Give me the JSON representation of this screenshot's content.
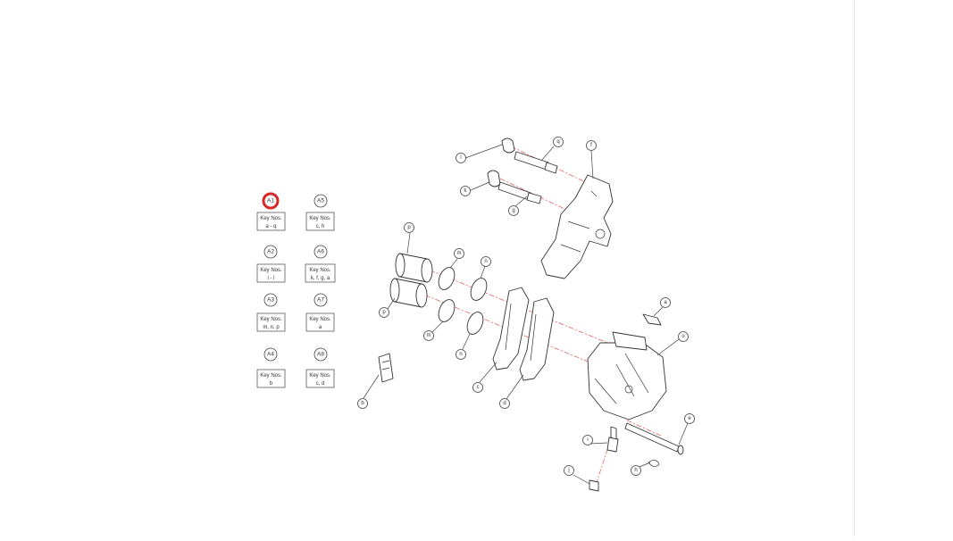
{
  "kits": [
    {
      "id": "A1",
      "box_line1": "Key Nos.",
      "box_line2": "a - q",
      "active": true
    },
    {
      "id": "A5",
      "box_line1": "Key Nos.",
      "box_line2": "c, h",
      "active": false
    },
    {
      "id": "A2",
      "box_line1": "Key Nos.",
      "box_line2": "i - l",
      "active": false
    },
    {
      "id": "A6",
      "box_line1": "Key Nos.",
      "box_line2": "k, f, g, a",
      "active": false
    },
    {
      "id": "A3",
      "box_line1": "Key Nos.",
      "box_line2": "m, n, p",
      "active": false
    },
    {
      "id": "A7",
      "box_line1": "Key Nos.",
      "box_line2": "a",
      "active": false
    },
    {
      "id": "A4",
      "box_line1": "Key Nos.",
      "box_line2": "b",
      "active": false
    },
    {
      "id": "A8",
      "box_line1": "Key Nos.",
      "box_line2": "c, d",
      "active": false
    }
  ],
  "callouts": {
    "q": "q",
    "f": "f",
    "l": "l",
    "k": "k",
    "g": "g",
    "p1": "p",
    "m1": "m",
    "n1": "n",
    "p2": "p",
    "m2": "m",
    "n2": "n",
    "a": "a",
    "o": "o",
    "b": "b",
    "c": "c",
    "d": "d",
    "e": "e",
    "i": "i",
    "h": "h",
    "j": "j"
  },
  "accent_color": "#d92626",
  "dash_color": "#e26666"
}
